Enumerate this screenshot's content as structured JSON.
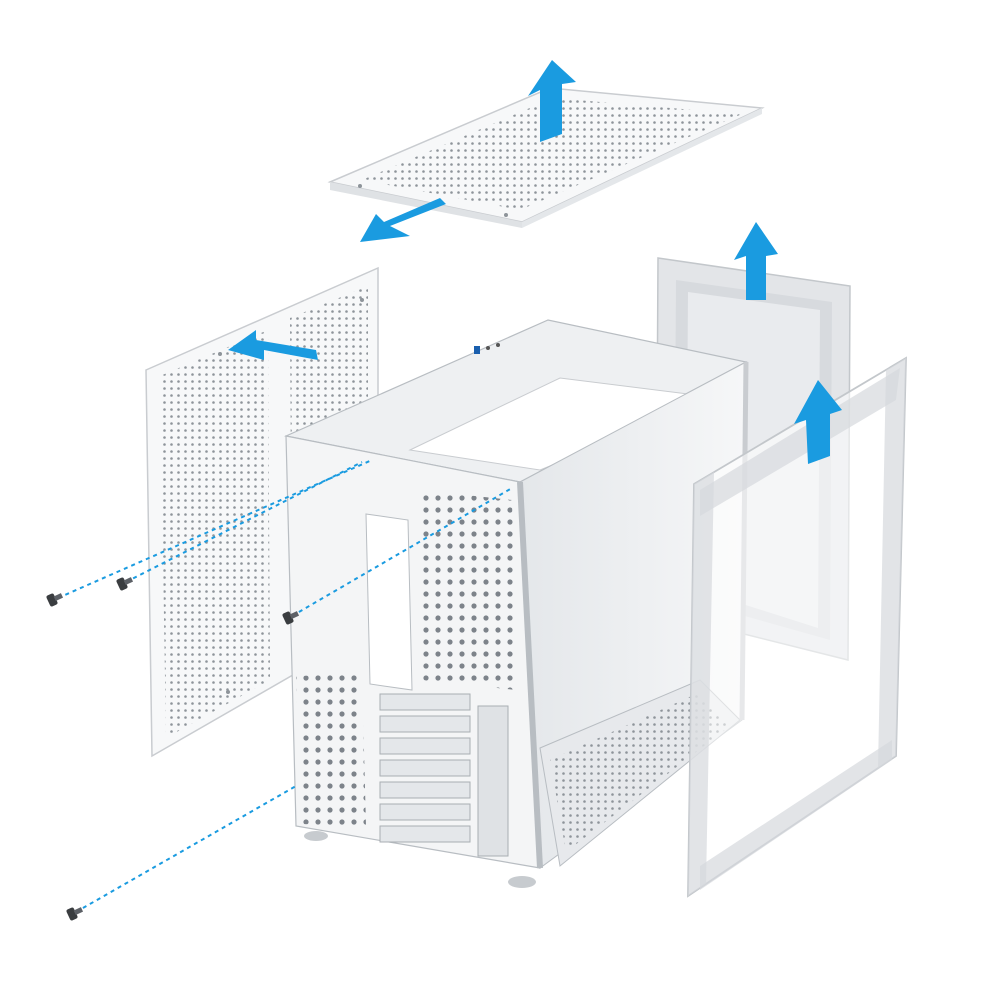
{
  "colors": {
    "background": "#ffffff",
    "panel": "#f7f8f9",
    "panel_edge": "#c9ccd0",
    "shadow": "#dfe2e5",
    "perforation": "#8e949a",
    "glass": "#e9ebee",
    "glass_frame": "#cdd1d5",
    "arrow": "#1a9be0",
    "dashed_line": "#1a9be0",
    "screw": "#3a3d40",
    "chassis_metal": "#eef0f2",
    "chassis_dark": "#b8bdc2"
  },
  "icons": {
    "arrow": "blue-direction-arrow-icon",
    "screw": "thumb-screw-icon",
    "guide": "dashed-screw-guide-line"
  },
  "parts": {
    "top_panel": "top-mesh-panel",
    "left_panel": "left-side-mesh-panel",
    "front_glass": "front-tempered-glass-panel",
    "side_glass": "side-tempered-glass-panel",
    "chassis": "pc-case-chassis"
  }
}
